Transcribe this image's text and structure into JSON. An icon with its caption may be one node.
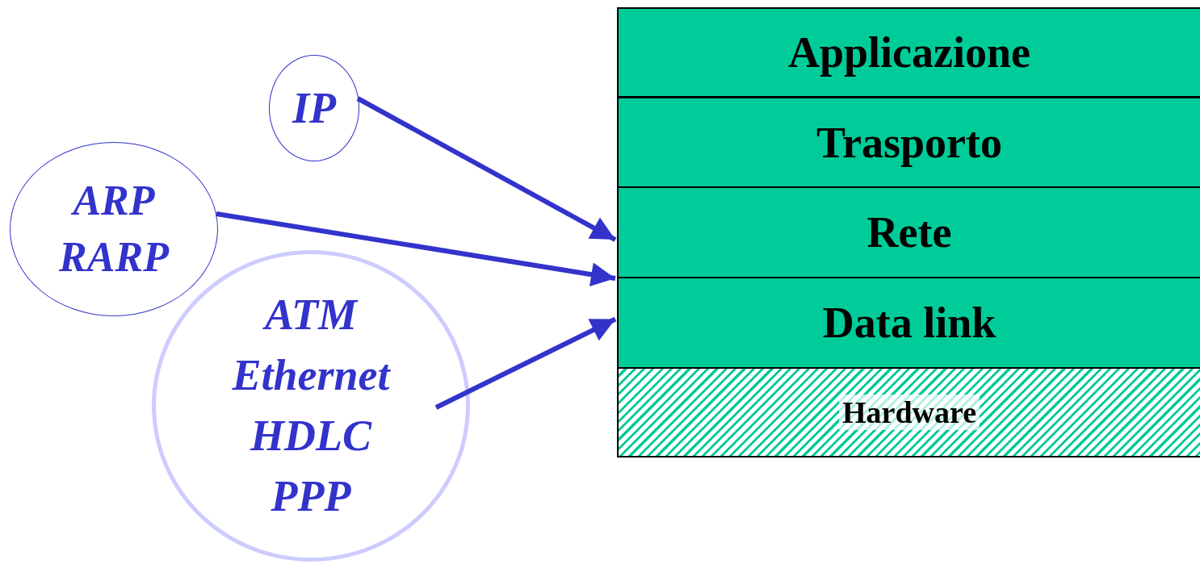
{
  "diagram": {
    "nodes": [
      {
        "text": [
          "IP"
        ]
      },
      {
        "text": [
          "ARP RARP"
        ]
      },
      {
        "text": [
          "ATM Ethernet HDLC PPP"
        ]
      },
      {
        "text": [
          "Applicazione"
        ]
      },
      {
        "text": [
          "Trasporto"
        ]
      },
      {
        "text": [
          "Rete"
        ]
      },
      {
        "text": [
          "Data link"
        ]
      },
      {
        "text": [
          "Hardware"
        ]
      }
    ],
    "edges": [
      {
        "from": 0,
        "to": 5,
        "arrow": "to"
      },
      {
        "from": 1,
        "to": 5,
        "arrow": "to"
      },
      {
        "from": 2,
        "to": 6,
        "arrow": "to"
      }
    ]
  }
}
